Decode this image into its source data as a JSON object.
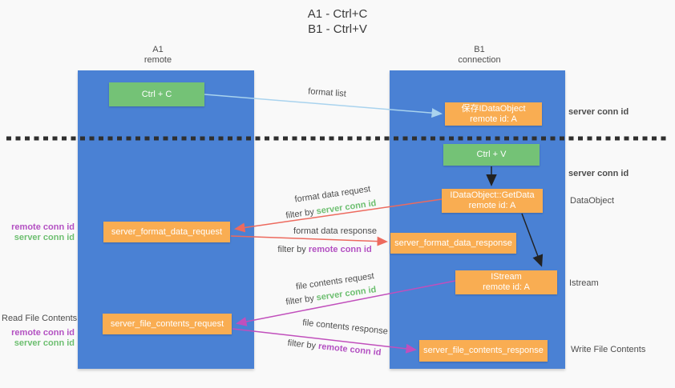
{
  "title": {
    "line1": "A1 - Ctrl+C",
    "line2": "B1 - Ctrl+V"
  },
  "lifelines": {
    "left": {
      "name": "A1",
      "subtitle": "remote"
    },
    "right": {
      "name": "B1",
      "subtitle": "connection"
    }
  },
  "nodes": {
    "ctrl_c": {
      "label": "Ctrl + C"
    },
    "ctrl_v": {
      "label": "Ctrl + V"
    },
    "save_dataobject": {
      "line1": "保存IDataObject",
      "line2": "remote id: A"
    },
    "getdata": {
      "line1": "IDataObject::GetData",
      "line2": "remote id: A"
    },
    "istream": {
      "line1": "IStream",
      "line2": "remote id: A"
    },
    "format_request": {
      "label": "server_format_data_request"
    },
    "format_response": {
      "label": "server_format_data_response"
    },
    "file_request": {
      "label": "server_file_contents_request"
    },
    "file_response": {
      "label": "server_file_contents_response"
    }
  },
  "arrow_labels": {
    "format_list": "format list",
    "format_data_request": "format data request",
    "format_data_response": "format data response",
    "file_contents_request": "file contents request",
    "file_contents_response": "file contents response",
    "filter_by": "filter by"
  },
  "side_labels": {
    "server_conn_id": "server conn id",
    "remote_conn_id": "remote conn id",
    "dataobject": "DataObject",
    "istream": "Istream",
    "read_file_contents": "Read File Contents",
    "write_file_contents": "Write File Contents"
  },
  "colors": {
    "lifeline_blue": "#4a81d4",
    "node_green": "#74c276",
    "node_orange": "#f9ad52",
    "arrow_red": "#ed6a5e",
    "arrow_magenta": "#c14fbc",
    "arrow_lightblue": "#a9d3ee",
    "arrow_black": "#222222",
    "conn_id_green": "#6dbf70",
    "conn_id_purple": "#b350c2"
  }
}
